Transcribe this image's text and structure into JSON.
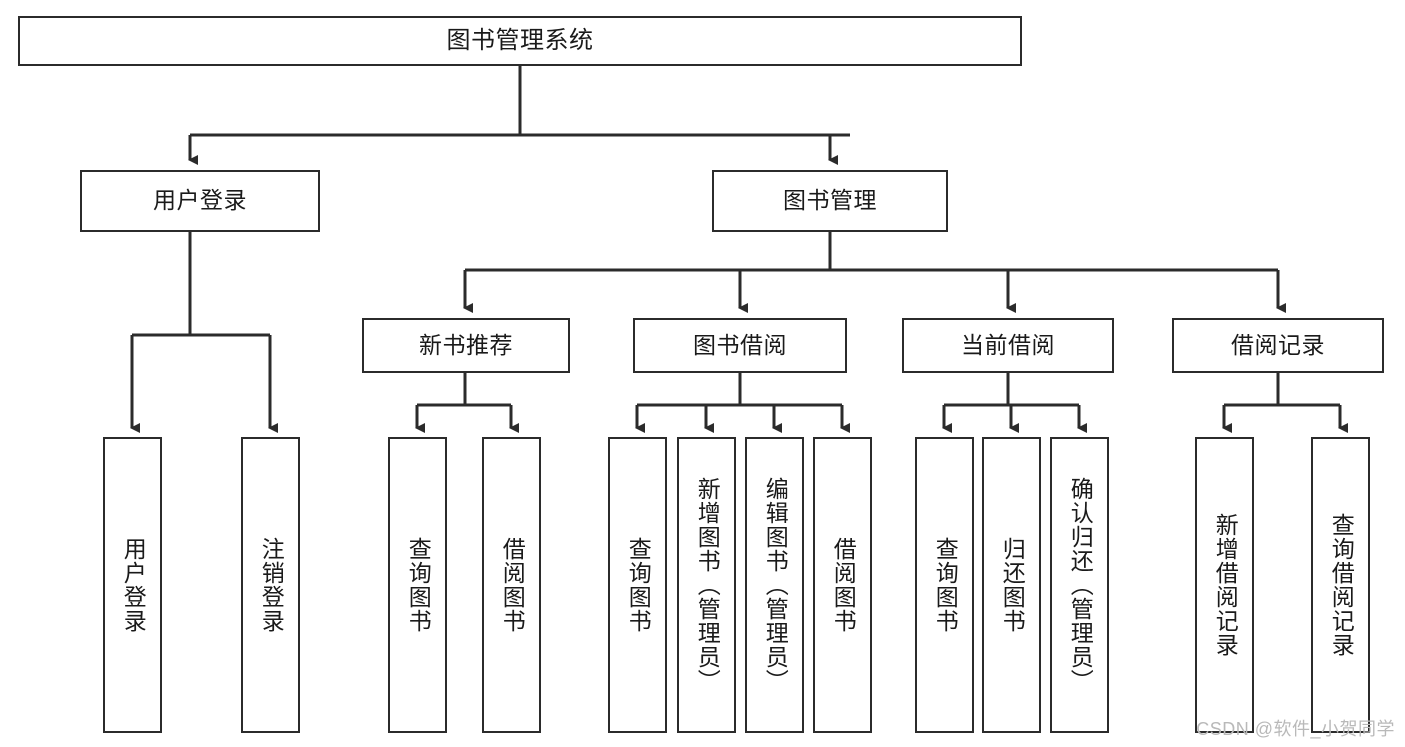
{
  "diagram": {
    "title": "图书管理系统",
    "watermark": "CSDN @软件_小贺同学",
    "line_color": "#2b2b2b",
    "box_fill": "#ffffff",
    "text_color": "#1a1a1a",
    "watermark_color": "#b9b9b9",
    "root": {
      "label": "图书管理系统"
    },
    "level1": [
      {
        "label": "用户登录"
      },
      {
        "label": "图书管理"
      }
    ],
    "level2": [
      {
        "label": "新书推荐"
      },
      {
        "label": "图书借阅"
      },
      {
        "label": "当前借阅"
      },
      {
        "label": "借阅记录"
      }
    ],
    "leaves": {
      "user_login": [
        {
          "label": "用户登录"
        },
        {
          "label": "注销登录"
        }
      ],
      "new_book": [
        {
          "label": "查询图书"
        },
        {
          "label": "借阅图书"
        }
      ],
      "borrow_book": [
        {
          "label": "查询图书"
        },
        {
          "label": "新增图书（管理员）"
        },
        {
          "label": "编辑图书（管理员）"
        },
        {
          "label": "借阅图书"
        }
      ],
      "current_borrow": [
        {
          "label": "查询图书"
        },
        {
          "label": "归还图书"
        },
        {
          "label": "确认归还（管理员）"
        }
      ],
      "borrow_record": [
        {
          "label": "新增借阅记录"
        },
        {
          "label": "查询借阅记录"
        }
      ]
    }
  }
}
